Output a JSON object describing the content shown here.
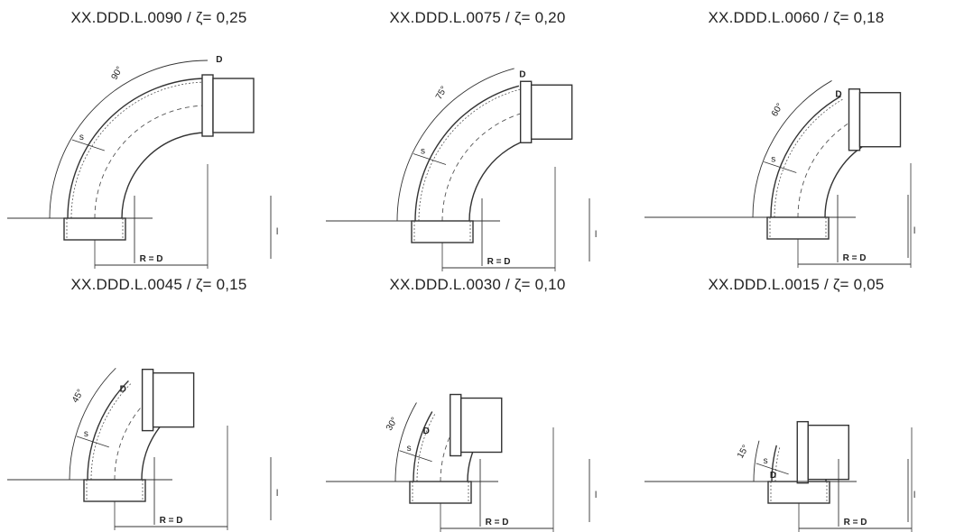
{
  "elbows": [
    {
      "title": "XX.DDD.L.0090 / ζ= 0,25",
      "angle_label": "90°",
      "s_label": "s",
      "d_label": "D",
      "r_label": "R = D",
      "l_label": "l"
    },
    {
      "title": "XX.DDD.L.0075 / ζ= 0,20",
      "angle_label": "75°",
      "s_label": "s",
      "d_label": "D",
      "r_label": "R = D",
      "l_label": "l"
    },
    {
      "title": "XX.DDD.L.0060 / ζ= 0,18",
      "angle_label": "60°",
      "s_label": "s",
      "d_label": "D",
      "r_label": "R = D",
      "l_label": "l"
    },
    {
      "title": "XX.DDD.L.0045 / ζ= 0,15",
      "angle_label": "45°",
      "s_label": "s",
      "d_label": "D",
      "r_label": "R = D",
      "l_label": "l"
    },
    {
      "title": "XX.DDD.L.0030 / ζ= 0,10",
      "angle_label": "30°",
      "s_label": "s",
      "d_label": "D",
      "r_label": "R = D",
      "l_label": "l"
    },
    {
      "title": "XX.DDD.L.0015 / ζ= 0,05",
      "angle_label": "15°",
      "s_label": "s",
      "d_label": "D",
      "r_label": "R = D",
      "l_label": "l"
    }
  ],
  "angles_deg": [
    90,
    75,
    60,
    45,
    30,
    15
  ],
  "colors": {
    "line": "#333333",
    "dash": "#555555",
    "background": "#ffffff"
  }
}
